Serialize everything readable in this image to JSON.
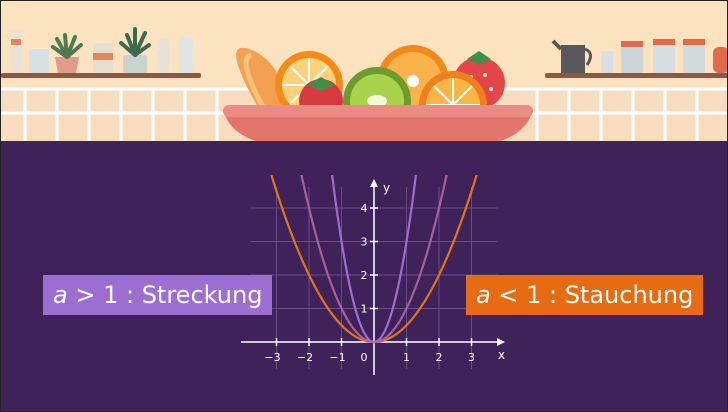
{
  "labels": {
    "stretch": {
      "var": "a",
      "relation": " > 1 : Streckung"
    },
    "compress": {
      "var": "a",
      "relation": " < 1 : Stauchung"
    }
  },
  "graph": {
    "x_axis_label": "x",
    "y_axis_label": "y",
    "x_ticks": [
      "−3",
      "−2",
      "−1",
      "0",
      "1",
      "2",
      "3"
    ],
    "y_ticks": [
      "1",
      "2",
      "3",
      "4"
    ],
    "curves": [
      {
        "a": 0.5,
        "color": "#e0761c"
      },
      {
        "a": 1,
        "color": "#a5619b"
      },
      {
        "a": 3,
        "color": "#9b6ed1"
      }
    ]
  },
  "colors": {
    "background": "#3f2259",
    "stretch": "#9b6ed1",
    "compress": "#e66b12"
  }
}
